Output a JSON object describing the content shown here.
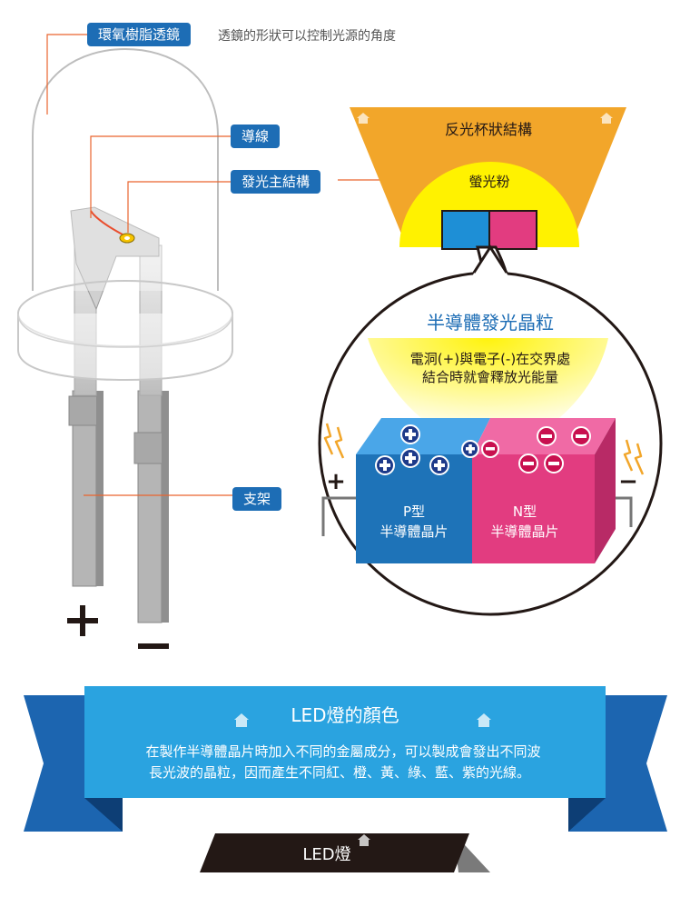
{
  "labels": {
    "epoxy_lens": "環氧樹脂透鏡",
    "epoxy_note": "透鏡的形狀可以控制光源的角度",
    "wire": "導線",
    "main_structure": "發光主結構",
    "frame": "支架",
    "plus": "+",
    "minus": "−"
  },
  "cup": {
    "title": "反光杯狀結構",
    "phosphor": "螢光粉"
  },
  "chip": {
    "title": "半導體發光晶粒",
    "desc_line1": "電洞(+)與電子(-)在交界處",
    "desc_line2": "結合時就會釋放光能量",
    "p_type": "P型",
    "p_name": "半導體晶片",
    "n_type": "N型",
    "n_name": "半導體晶片",
    "plus": "+",
    "minus": "−"
  },
  "banner": {
    "title": "LED燈的顏色",
    "line1": "在製作半導體晶片時加入不同的金屬成分，可以製成會發出不同波",
    "line2": "長光波的晶粒，因而產生不同紅、橙、黃、綠、藍、紫的光線。",
    "footer": "LED燈"
  },
  "colors": {
    "tag_blue": "#1d6db5",
    "banner_blue": "#2aa3e0",
    "cup_orange": "#f2a62a",
    "phosphor_yellow": "#fff200",
    "p_blue": "#1e8fd6",
    "n_pink": "#e23c80",
    "dark": "#231815"
  },
  "icons": [
    "lightning-icon",
    "house-icon",
    "hole-plus-icon",
    "electron-minus-icon"
  ]
}
